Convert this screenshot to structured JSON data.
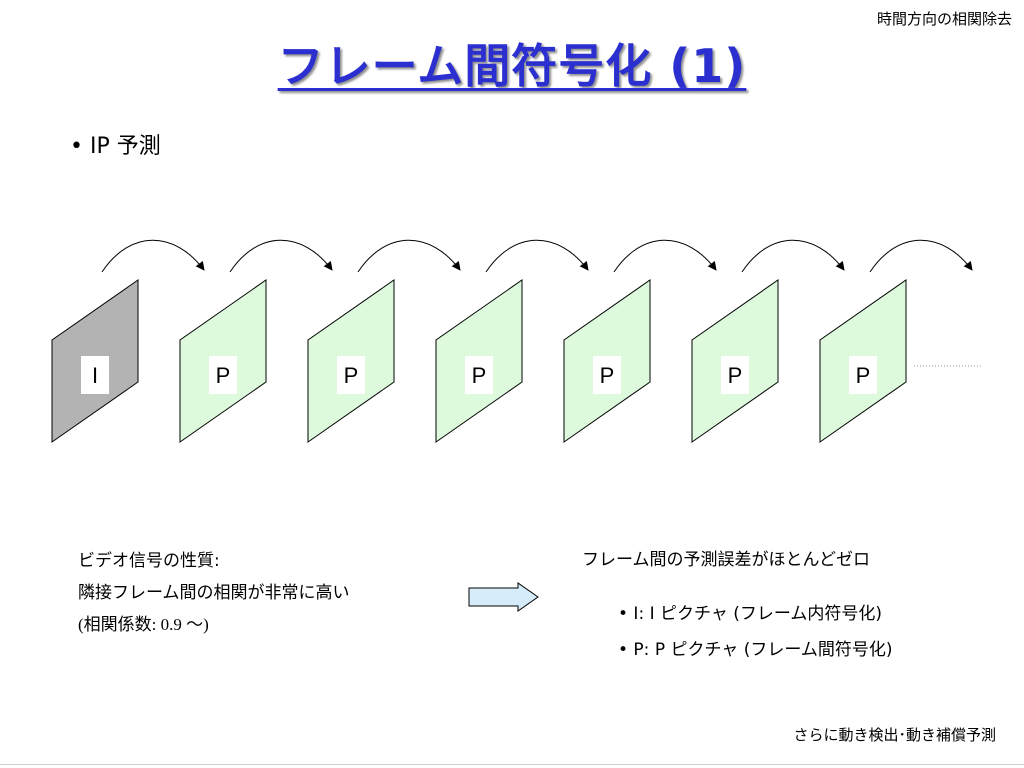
{
  "header": {
    "corner_label": "時間方向の相関除去",
    "title": "フレーム間符号化 (1)"
  },
  "bullet": "• IP 予測",
  "frames": [
    {
      "label": "I",
      "type": "I"
    },
    {
      "label": "P",
      "type": "P"
    },
    {
      "label": "P",
      "type": "P"
    },
    {
      "label": "P",
      "type": "P"
    },
    {
      "label": "P",
      "type": "P"
    },
    {
      "label": "P",
      "type": "P"
    },
    {
      "label": "P",
      "type": "P"
    }
  ],
  "colors": {
    "title": "#2b2fd0",
    "i_frame_fill": "#b3b3b3",
    "p_frame_fill": "#ddfadd",
    "block_arrow_fill": "#d6ecfa"
  },
  "left_notes": {
    "line1": "ビデオ信号の性質:",
    "line2": "隣接フレーム間の相関が非常に高い",
    "line3_prefix": "(相関係数: ",
    "line3_value": "0.9 〜",
    "line3_suffix": ")"
  },
  "right_notes": {
    "title": "フレーム間の予測誤差がほとんどゼロ",
    "items": [
      "•  I:  I ピクチャ (フレーム内符号化)",
      "• P: P ピクチャ (フレーム間符号化)"
    ]
  },
  "footer": "さらに動き検出･動き補償予測"
}
